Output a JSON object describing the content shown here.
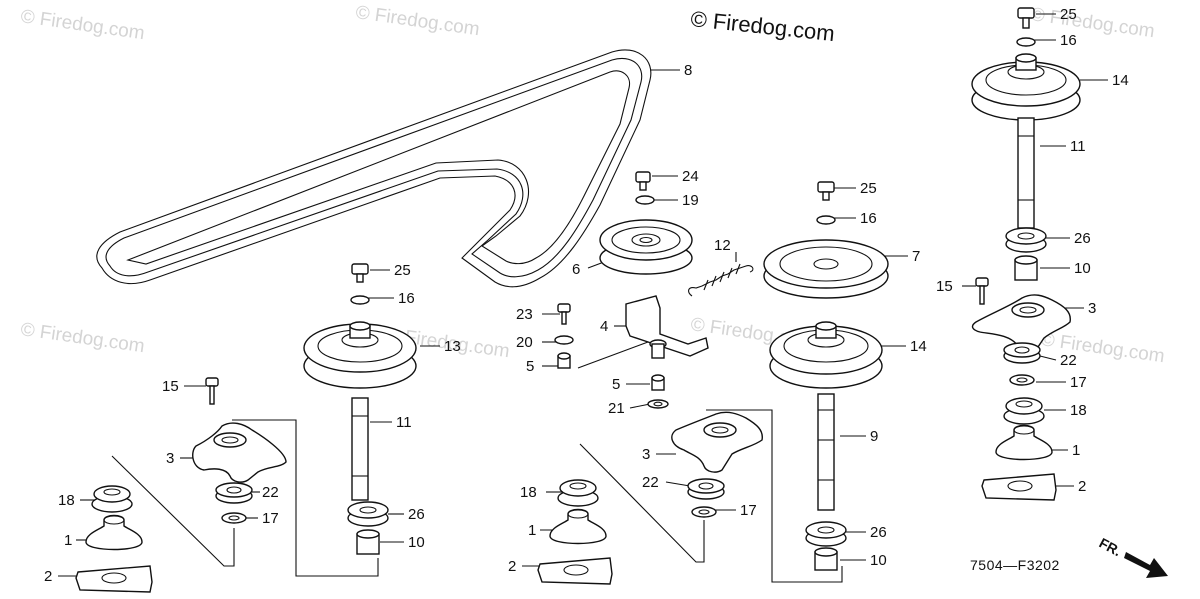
{
  "copyright": "© Firedog.com",
  "watermark": "© Firedog.com",
  "diagram_code": "7504—F3202",
  "front_label": "FR.",
  "callouts": [
    {
      "id": "c8",
      "text": "8"
    },
    {
      "id": "c25a",
      "text": "25"
    },
    {
      "id": "c16a",
      "text": "16"
    },
    {
      "id": "c14a",
      "text": "14"
    },
    {
      "id": "c11a",
      "text": "11"
    },
    {
      "id": "c26a",
      "text": "26"
    },
    {
      "id": "c10a",
      "text": "10"
    },
    {
      "id": "c15a",
      "text": "15"
    },
    {
      "id": "c3a",
      "text": "3"
    },
    {
      "id": "c22a",
      "text": "22"
    },
    {
      "id": "c17a",
      "text": "17"
    },
    {
      "id": "c18a",
      "text": "18"
    },
    {
      "id": "c1a",
      "text": "1"
    },
    {
      "id": "c2a",
      "text": "2"
    },
    {
      "id": "c24",
      "text": "24"
    },
    {
      "id": "c19",
      "text": "19"
    },
    {
      "id": "c6",
      "text": "6"
    },
    {
      "id": "c12",
      "text": "12"
    },
    {
      "id": "c25b",
      "text": "25"
    },
    {
      "id": "c16b",
      "text": "16"
    },
    {
      "id": "c7",
      "text": "7"
    },
    {
      "id": "c14b",
      "text": "14"
    },
    {
      "id": "c23",
      "text": "23"
    },
    {
      "id": "c4",
      "text": "4"
    },
    {
      "id": "c20",
      "text": "20"
    },
    {
      "id": "c5a",
      "text": "5"
    },
    {
      "id": "c5b",
      "text": "5"
    },
    {
      "id": "c21",
      "text": "21"
    },
    {
      "id": "c3b",
      "text": "3"
    },
    {
      "id": "c22b",
      "text": "22"
    },
    {
      "id": "c17b",
      "text": "17"
    },
    {
      "id": "c18b",
      "text": "18"
    },
    {
      "id": "c1b",
      "text": "1"
    },
    {
      "id": "c2b",
      "text": "2"
    },
    {
      "id": "c9",
      "text": "9"
    },
    {
      "id": "c26b",
      "text": "26"
    },
    {
      "id": "c10b",
      "text": "10"
    },
    {
      "id": "c25c",
      "text": "25"
    },
    {
      "id": "c16c",
      "text": "16"
    },
    {
      "id": "c13",
      "text": "13"
    },
    {
      "id": "c15b",
      "text": "15"
    },
    {
      "id": "c11b",
      "text": "11"
    },
    {
      "id": "c3c",
      "text": "3"
    },
    {
      "id": "c22c",
      "text": "22"
    },
    {
      "id": "c17c",
      "text": "17"
    },
    {
      "id": "c18c",
      "text": "18"
    },
    {
      "id": "c1c",
      "text": "1"
    },
    {
      "id": "c2c",
      "text": "2"
    },
    {
      "id": "c26c",
      "text": "26"
    },
    {
      "id": "c10c",
      "text": "10"
    }
  ]
}
